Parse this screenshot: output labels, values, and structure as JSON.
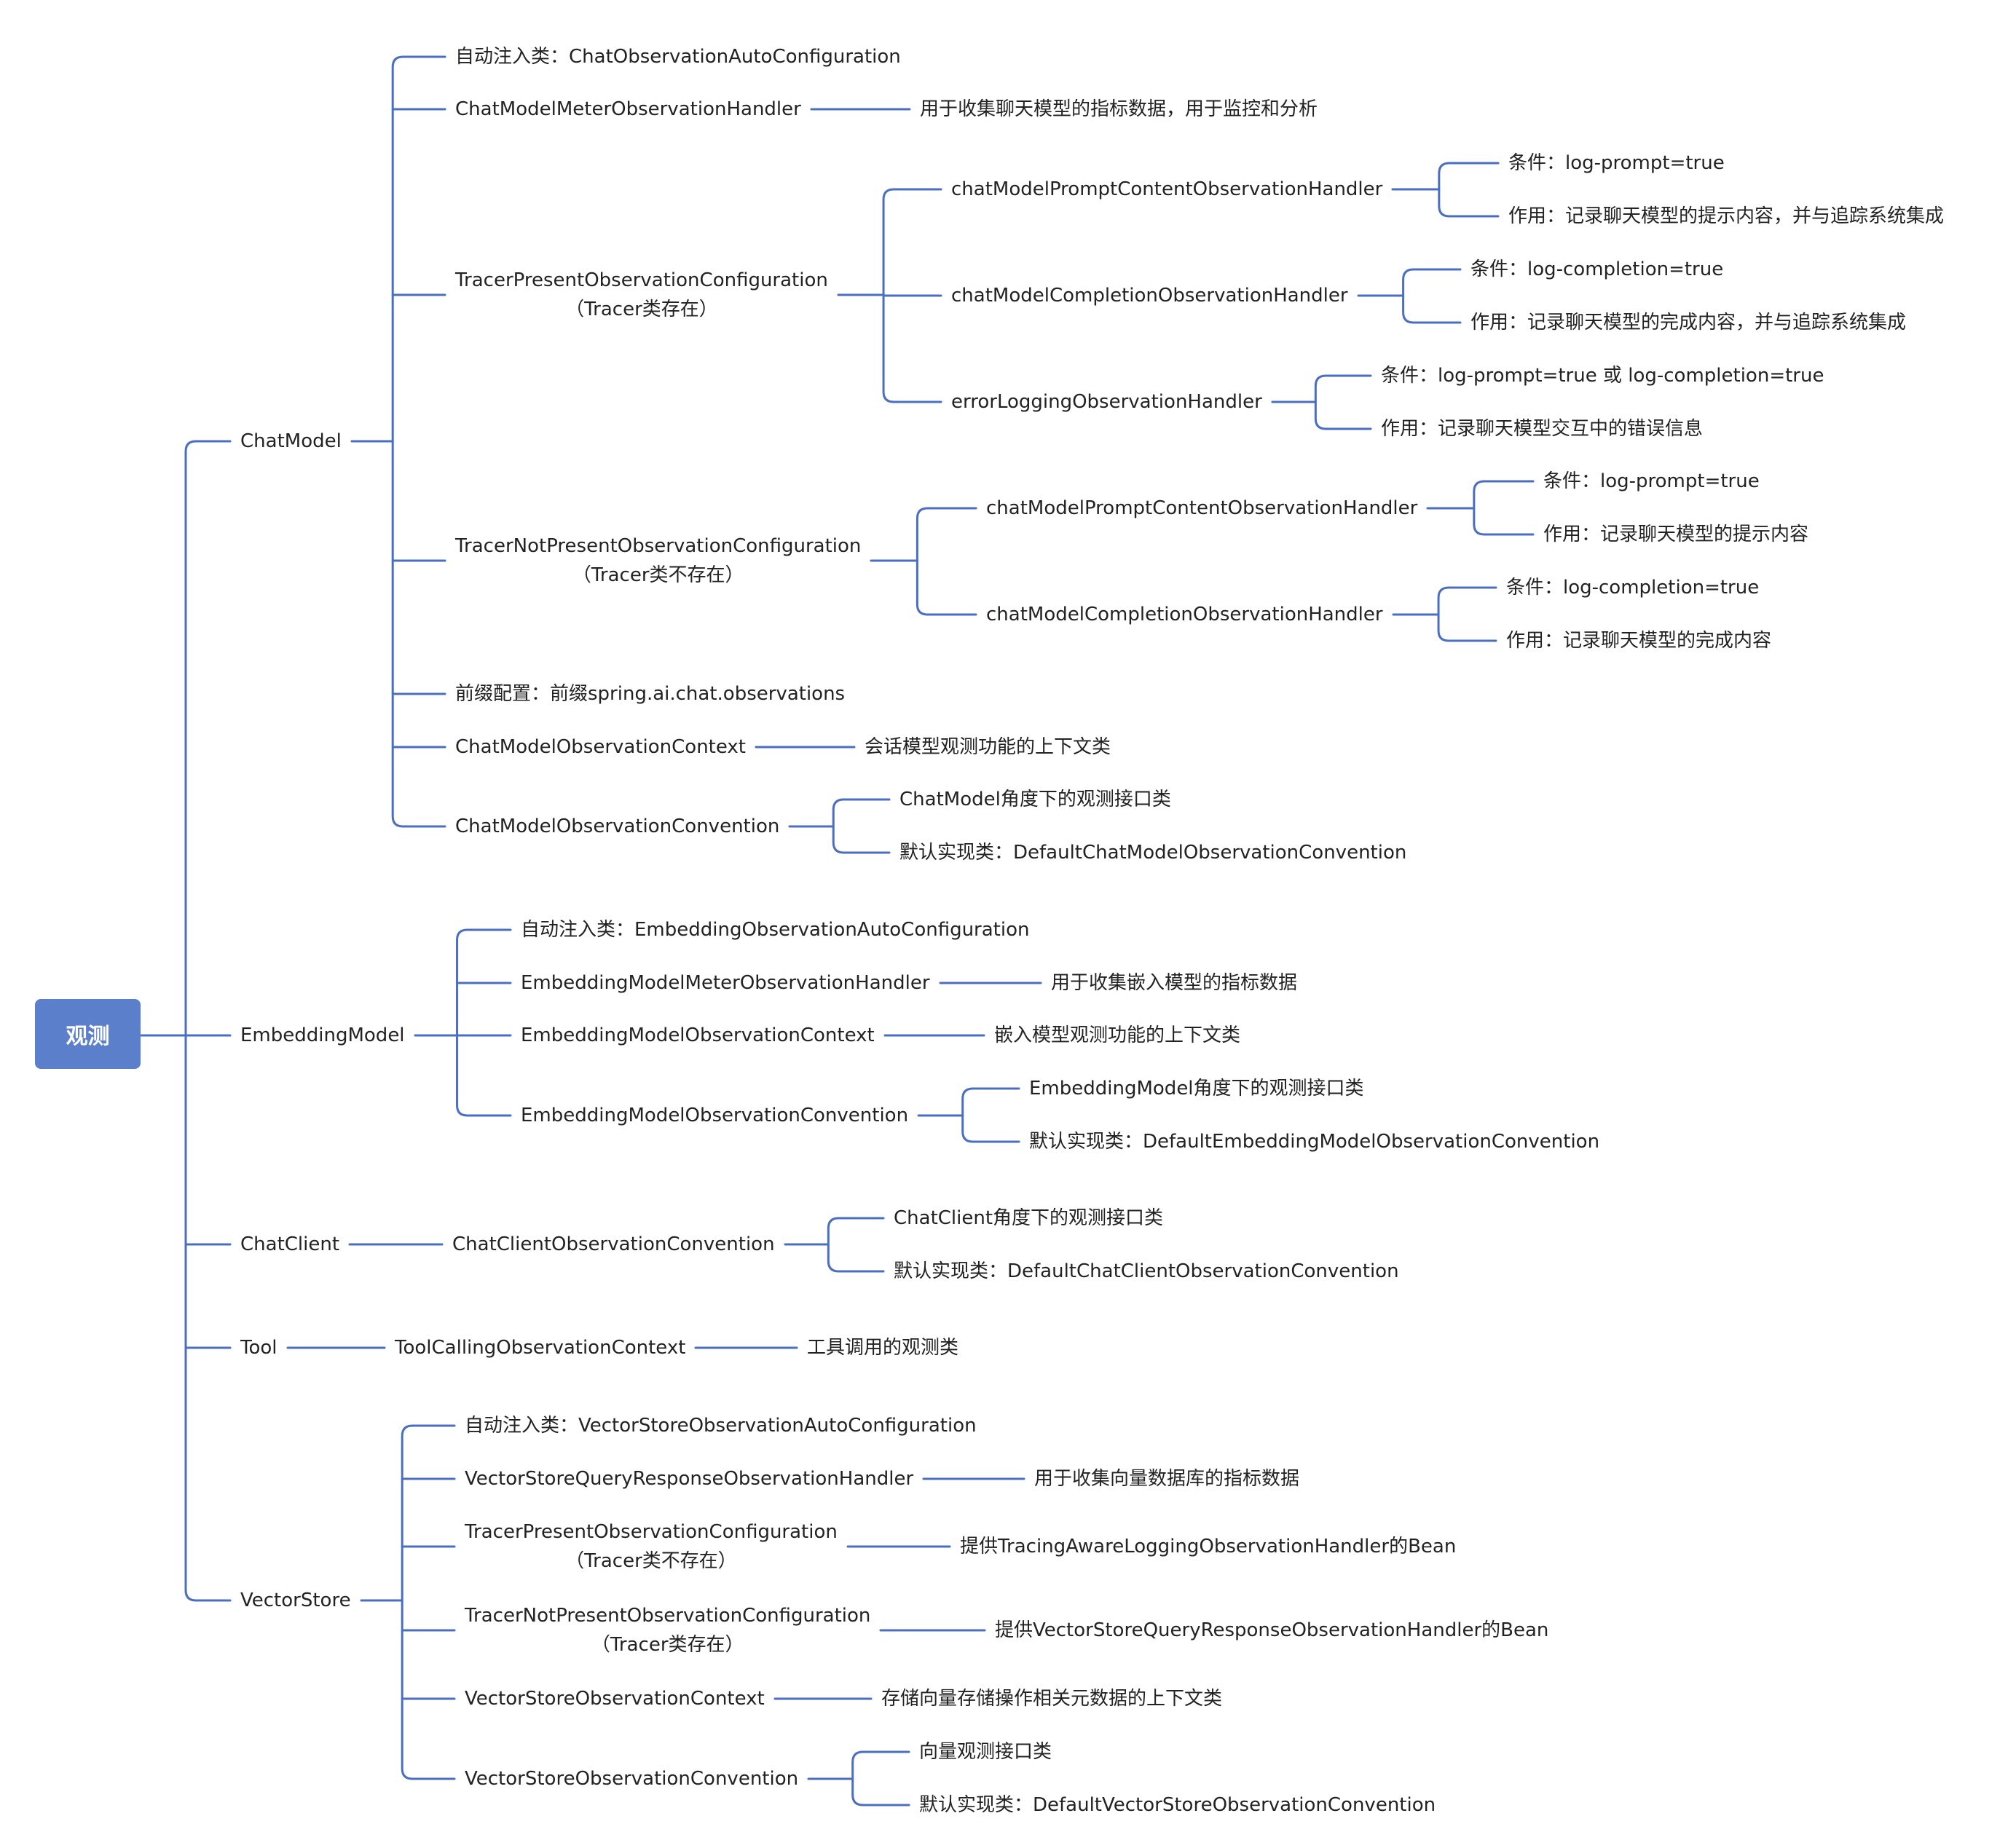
{
  "theme": {
    "line_color": "#4a6fc2",
    "root_fill": "#5b7fca",
    "root_text": "#ffffff",
    "text_color": "#222222"
  },
  "root": {
    "label": "观测"
  },
  "branches": [
    {
      "label": "ChatModel",
      "children": [
        {
          "label": "自动注入类：ChatObservationAutoConfiguration"
        },
        {
          "label": "ChatModelMeterObservationHandler",
          "children": [
            {
              "label": "用于收集聊天模型的指标数据，用于监控和分析"
            }
          ]
        },
        {
          "lines": [
            "TracerPresentObservationConfiguration",
            "（Tracer类存在）"
          ],
          "children": [
            {
              "label": "chatModelPromptContentObservationHandler",
              "children": [
                {
                  "label": "条件：log-prompt=true"
                },
                {
                  "label": "作用：记录聊天模型的提示内容，并与追踪系统集成"
                }
              ]
            },
            {
              "label": "chatModelCompletionObservationHandler",
              "children": [
                {
                  "label": "条件：log-completion=true"
                },
                {
                  "label": "作用：记录聊天模型的完成内容，并与追踪系统集成"
                }
              ]
            },
            {
              "label": "errorLoggingObservationHandler",
              "children": [
                {
                  "label": "条件：log-prompt=true 或 log-completion=true"
                },
                {
                  "label": "作用：记录聊天模型交互中的错误信息"
                }
              ]
            }
          ]
        },
        {
          "lines": [
            "TracerNotPresentObservationConfiguration",
            "（Tracer类不存在）"
          ],
          "children": [
            {
              "label": "chatModelPromptContentObservationHandler",
              "children": [
                {
                  "label": "条件：log-prompt=true"
                },
                {
                  "label": "作用：记录聊天模型的提示内容"
                }
              ]
            },
            {
              "label": "chatModelCompletionObservationHandler",
              "children": [
                {
                  "label": "条件：log-completion=true"
                },
                {
                  "label": "作用：记录聊天模型的完成内容"
                }
              ]
            }
          ]
        },
        {
          "label": "前缀配置：前缀spring.ai.chat.observations"
        },
        {
          "label": "ChatModelObservationContext",
          "children": [
            {
              "label": "会话模型观测功能的上下文类"
            }
          ]
        },
        {
          "label": "ChatModelObservationConvention",
          "children": [
            {
              "label": "ChatModel角度下的观测接口类"
            },
            {
              "label": "默认实现类：DefaultChatModelObservationConvention"
            }
          ]
        }
      ]
    },
    {
      "label": "EmbeddingModel",
      "children": [
        {
          "label": "自动注入类：EmbeddingObservationAutoConfiguration"
        },
        {
          "label": "EmbeddingModelMeterObservationHandler",
          "children": [
            {
              "label": "用于收集嵌入模型的指标数据"
            }
          ]
        },
        {
          "label": "EmbeddingModelObservationContext",
          "children": [
            {
              "label": "嵌入模型观测功能的上下文类"
            }
          ]
        },
        {
          "label": "EmbeddingModelObservationConvention",
          "children": [
            {
              "label": "EmbeddingModel角度下的观测接口类"
            },
            {
              "label": "默认实现类：DefaultEmbeddingModelObservationConvention"
            }
          ]
        }
      ]
    },
    {
      "label": "ChatClient",
      "children": [
        {
          "label": "ChatClientObservationConvention",
          "children": [
            {
              "label": "ChatClient角度下的观测接口类"
            },
            {
              "label": "默认实现类：DefaultChatClientObservationConvention"
            }
          ]
        }
      ]
    },
    {
      "label": "Tool",
      "children": [
        {
          "label": "ToolCallingObservationContext",
          "children": [
            {
              "label": "工具调用的观测类"
            }
          ]
        }
      ]
    },
    {
      "label": "VectorStore",
      "children": [
        {
          "label": "自动注入类：VectorStoreObservationAutoConfiguration"
        },
        {
          "label": "VectorStoreQueryResponseObservationHandler",
          "children": [
            {
              "label": "用于收集向量数据库的指标数据"
            }
          ]
        },
        {
          "lines": [
            "TracerPresentObservationConfiguration",
            "（Tracer类不存在）"
          ],
          "children": [
            {
              "label": "提供TracingAwareLoggingObservationHandler的Bean"
            }
          ]
        },
        {
          "lines": [
            "TracerNotPresentObservationConfiguration",
            "（Tracer类存在）"
          ],
          "children": [
            {
              "label": "提供VectorStoreQueryResponseObservationHandler的Bean"
            }
          ]
        },
        {
          "label": "VectorStoreObservationContext",
          "children": [
            {
              "label": "存储向量存储操作相关元数据的上下文类"
            }
          ]
        },
        {
          "label": "VectorStoreObservationConvention",
          "children": [
            {
              "label": "向量观测接口类"
            },
            {
              "label": "默认实现类：DefaultVectorStoreObservationConvention"
            }
          ]
        }
      ]
    }
  ]
}
